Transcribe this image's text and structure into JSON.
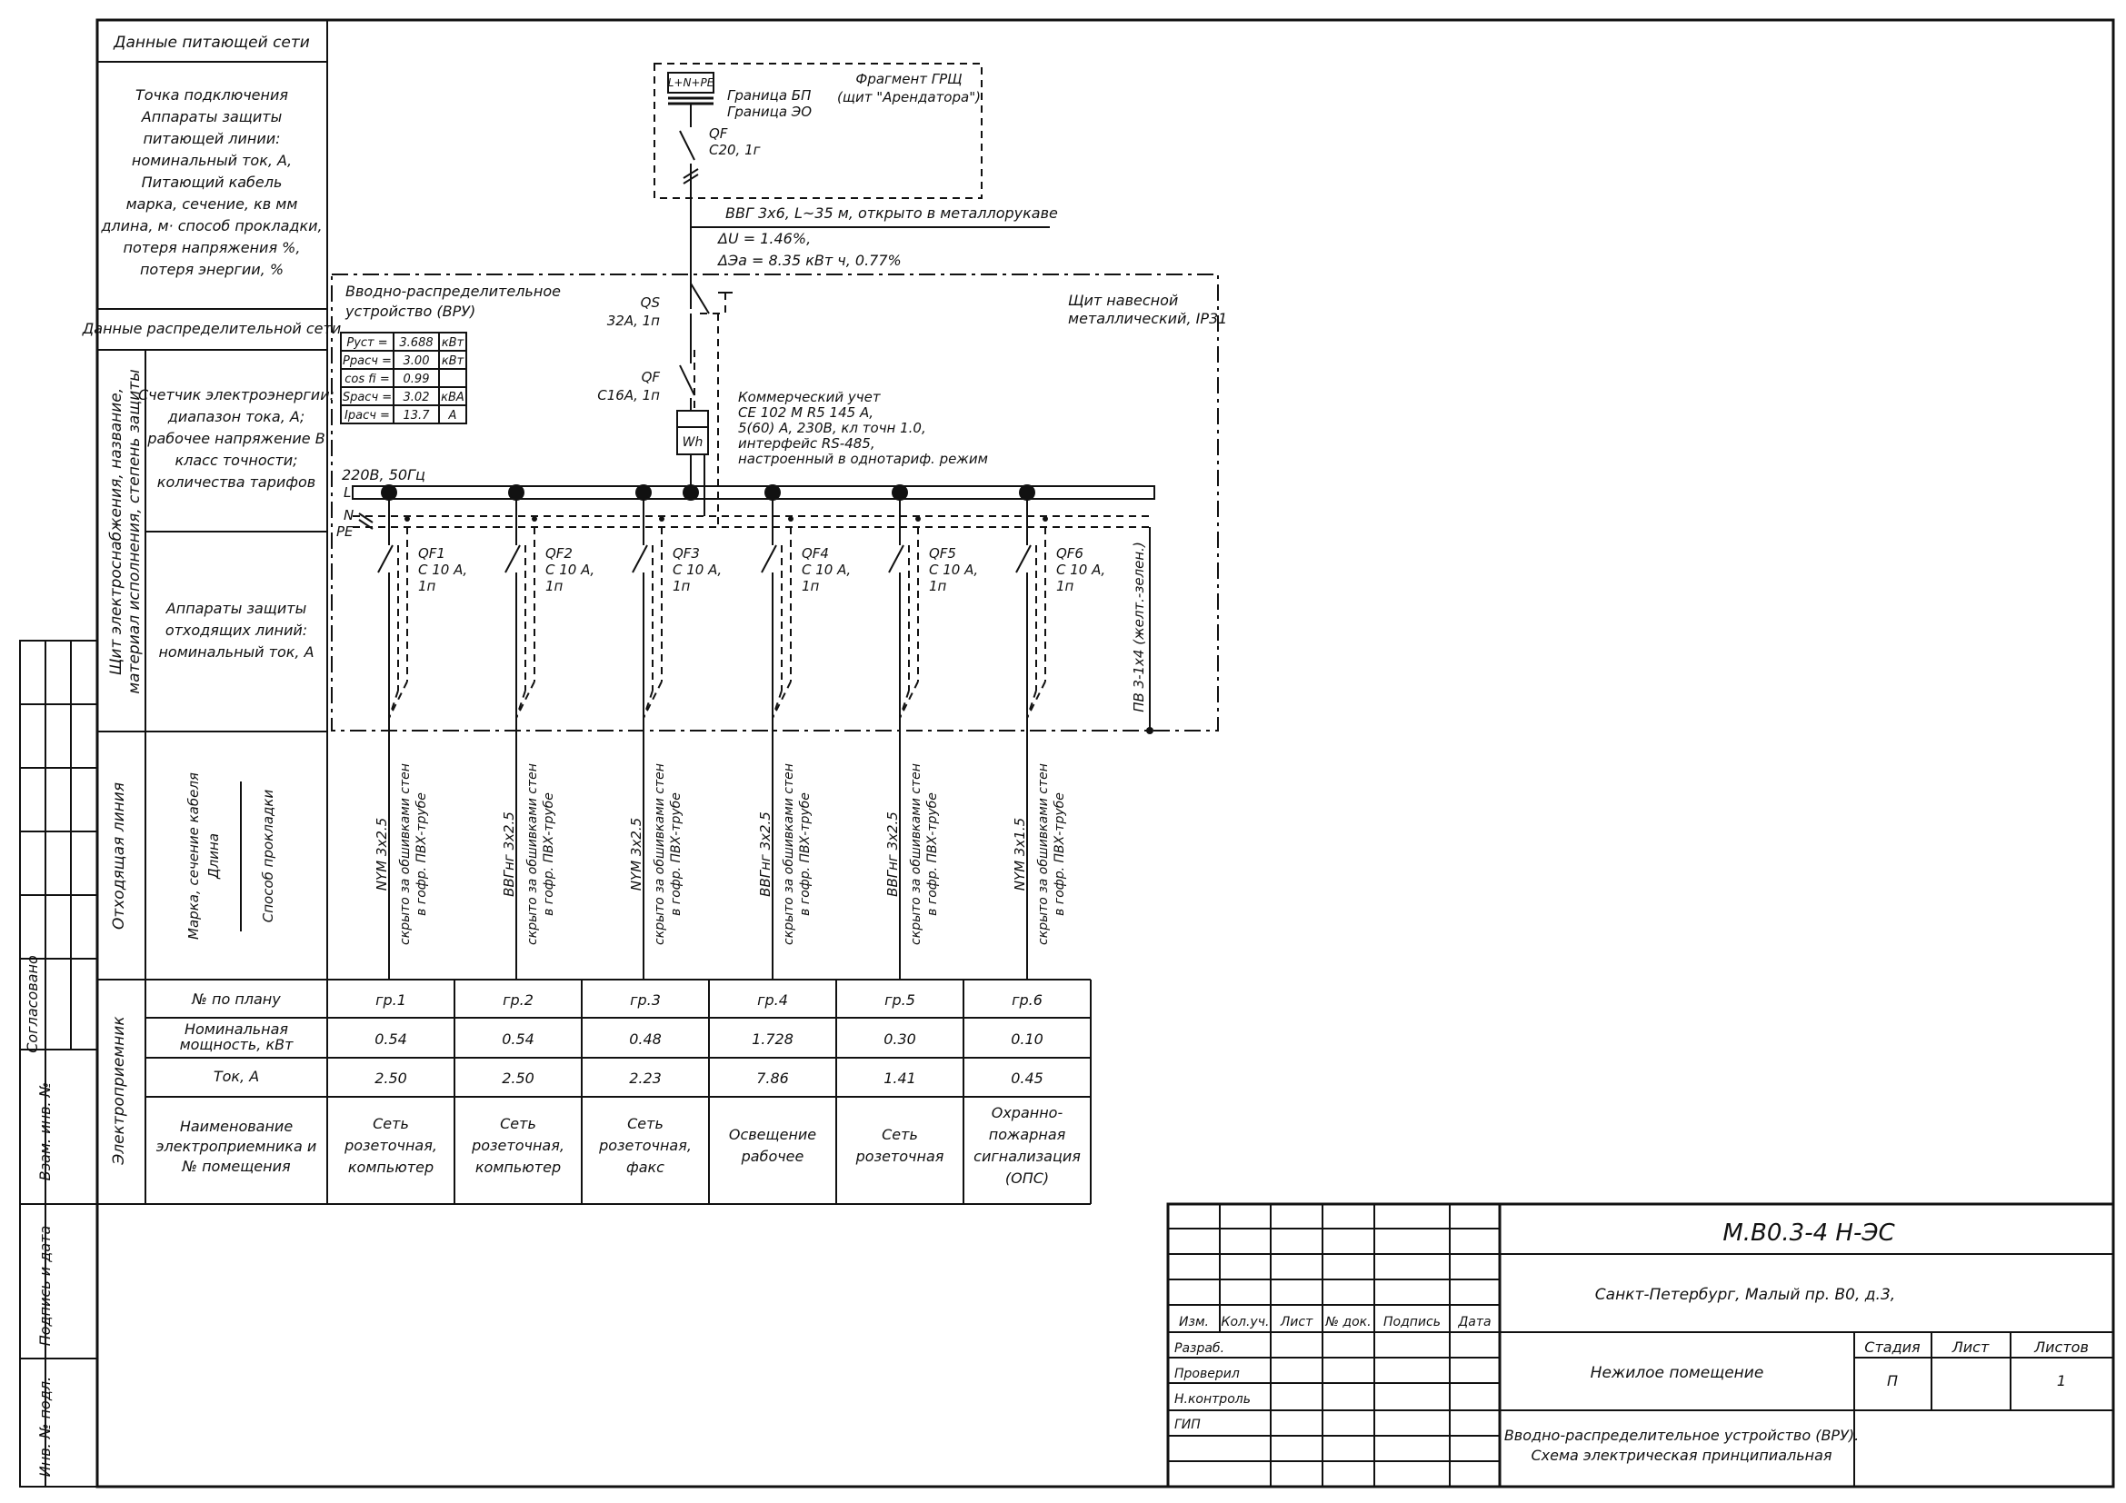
{
  "left_column": {
    "supply_header": "Данные питающей сети",
    "supply_desc": [
      "Точка подключения",
      "Аппараты защиты",
      "питающей линии:",
      "номинальный ток, А,",
      "Питающий кабель",
      "марка, сечение, кв мм",
      "длина, м· способ прокладки,",
      "потеря напряжения %,",
      "потеря энергии, %"
    ],
    "distrib_header": "Данные распределительной сети",
    "panel_vertical": [
      "Щит электроснабжения, название,",
      "материал исполнения, степень защиты"
    ],
    "meter_desc": [
      "Счетчик электроэнергии:",
      "диапазон тока, А;",
      "рабочее напряжение В",
      "класс точности;",
      "количества тарифов"
    ],
    "protect_desc": [
      "Аппараты защиты",
      "отходящих линий:",
      "номинальный ток, А"
    ],
    "outgoing_vertical": "Отходящая линия",
    "cable_desc_line1": "Марка, сечение кабеля",
    "cable_desc_line2": "Длина",
    "cable_desc_line3": "Способ прокладки",
    "consumers_vertical": "Электроприемник",
    "row_plan": "№ по плану",
    "row_power": [
      "Номинальная",
      "мощность, кВт"
    ],
    "row_current": "Ток, А",
    "row_name": [
      "Наименование",
      "электроприемника и",
      "№ помещения"
    ]
  },
  "approval_strip": {
    "agreed": "Согласовано",
    "inv_replace": "Взам. инв. №",
    "sign_date": "Подпись и дата",
    "inv_orig": "Инв. № подл."
  },
  "supply": {
    "fragment_label": [
      "Фрагмент ГРЩ",
      "(щит \"Арендатора\")"
    ],
    "bus_label": "L+N+PE",
    "boundary": [
      "Граница БП",
      "Граница ЭО"
    ],
    "breaker": [
      "QF",
      "C20, 1г"
    ],
    "cable": "ВВГ 3х6, L~35 м, открыто в металлорукаве",
    "du": "ΔU = 1.46%,",
    "dw": "ΔЭа = 8.35 кВт ч, 0.77%"
  },
  "panel": {
    "title": [
      "Вводно-распределительное",
      "устройство (ВРУ)"
    ],
    "enclosure": [
      "Щит навесной",
      "металлический, IP31"
    ],
    "qs": [
      "QS",
      "32А, 1п"
    ],
    "qf": [
      "QF",
      "С16А, 1п"
    ],
    "meter_symbol": "Wh",
    "meter_text": [
      "Коммерческий учет",
      "СЕ 102 М R5 145 А,",
      "5(60) А, 230В, кл точн 1.0,",
      "интерфейс RS-485,",
      "настроенный в однотариф. режим"
    ],
    "voltage": "220В, 50Гц",
    "bus_L": "L",
    "bus_N": "N",
    "bus_PE": "PE",
    "pe_cable": "ПВ 3-1х4 (желт.-зелен.)",
    "params": [
      [
        "Руст =",
        "3.688",
        "кВт"
      ],
      [
        "Ррасч =",
        "3.00",
        "кВт"
      ],
      [
        "cos fi =",
        "0.99",
        ""
      ],
      [
        "Spасч =",
        "3.02",
        "кВА"
      ],
      [
        "Iрасч =",
        "13.7",
        "А"
      ]
    ]
  },
  "groups": [
    {
      "qf": "QF1",
      "rating": "C 10 А,",
      "poles": "1п",
      "cable": "NYM 3х2.5",
      "method": [
        "скрыто за обшивками стен",
        "в гофр. ПВХ-трубе"
      ],
      "plan": "гр.1",
      "power": "0.54",
      "current": "2.50",
      "name": [
        "Сеть",
        "розеточная,",
        "компьютер"
      ]
    },
    {
      "qf": "QF2",
      "rating": "C 10 А,",
      "poles": "1п",
      "cable": "ВВГнг 3х2.5",
      "method": [
        "скрыто за обшивками стен",
        "в гофр. ПВХ-трубе"
      ],
      "plan": "гр.2",
      "power": "0.54",
      "current": "2.50",
      "name": [
        "Сеть",
        "розеточная,",
        "компьютер"
      ]
    },
    {
      "qf": "QF3",
      "rating": "C 10 А,",
      "poles": "1п",
      "cable": "NYM 3х2.5",
      "method": [
        "скрыто за обшивками стен",
        "в гофр. ПВХ-трубе"
      ],
      "plan": "гр.3",
      "power": "0.48",
      "current": "2.23",
      "name": [
        "Сеть",
        "розеточная,",
        "факс"
      ]
    },
    {
      "qf": "QF4",
      "rating": "C 10 А,",
      "poles": "1п",
      "cable": "ВВГнг 3х2.5",
      "method": [
        "скрыто за обшивками стен",
        "в гофр. ПВХ-трубе"
      ],
      "plan": "гр.4",
      "power": "1.728",
      "current": "7.86",
      "name": [
        "Освещение",
        "рабочее"
      ]
    },
    {
      "qf": "QF5",
      "rating": "C 10 А,",
      "poles": "1п",
      "cable": "ВВГнг 3х2.5",
      "method": [
        "скрыто за обшивками стен",
        "в гофр. ПВХ-трубе"
      ],
      "plan": "гр.5",
      "power": "0.30",
      "current": "1.41",
      "name": [
        "Сеть",
        "розеточная"
      ]
    },
    {
      "qf": "QF6",
      "rating": "C 10 А,",
      "poles": "1п",
      "cable": "NYM 3х1.5",
      "method": [
        "скрыто за обшивками стен",
        "в гофр. ПВХ-трубе"
      ],
      "plan": "гр.6",
      "power": "0.10",
      "current": "0.45",
      "name": [
        "Охранно-",
        "пожарная",
        "сигнализация",
        "(ОПС)"
      ]
    }
  ],
  "title_block": {
    "code": "М.В0.3-4 Н-ЭС",
    "address": "Санкт-Петербург, Малый пр. В0, д.3,",
    "object": "Нежилое помещение",
    "headers": [
      "Изм.",
      "Кол.уч.",
      "Лист",
      "№ док.",
      "Подпись",
      "Дата"
    ],
    "roles": [
      "Разраб.",
      "Проверил",
      "Н.контроль",
      "ГИП"
    ],
    "stage_label": "Стадия",
    "sheet_label": "Лист",
    "sheets_label": "Листов",
    "stage": "П",
    "sheets": "1",
    "drawing_title": [
      "Вводно-распределительное устройство (ВРУ).",
      "Схема электрическая принципиальная"
    ]
  }
}
